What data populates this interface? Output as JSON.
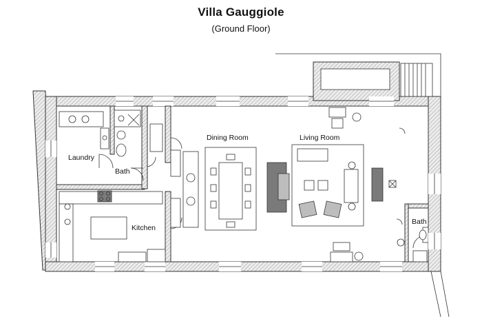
{
  "title": "Villa Gauggiole",
  "subtitle": "(Ground Floor)",
  "rooms": {
    "laundry": "Laundry",
    "bath_small": "Bath",
    "kitchen": "Kitchen",
    "dining": "Dining Room",
    "living": "Living Room",
    "bath_right": "Bath"
  },
  "colors": {
    "wall_stroke": "#333333",
    "hatch_fill": "#d9d9d9",
    "fireplace": "#7a7a7a"
  }
}
